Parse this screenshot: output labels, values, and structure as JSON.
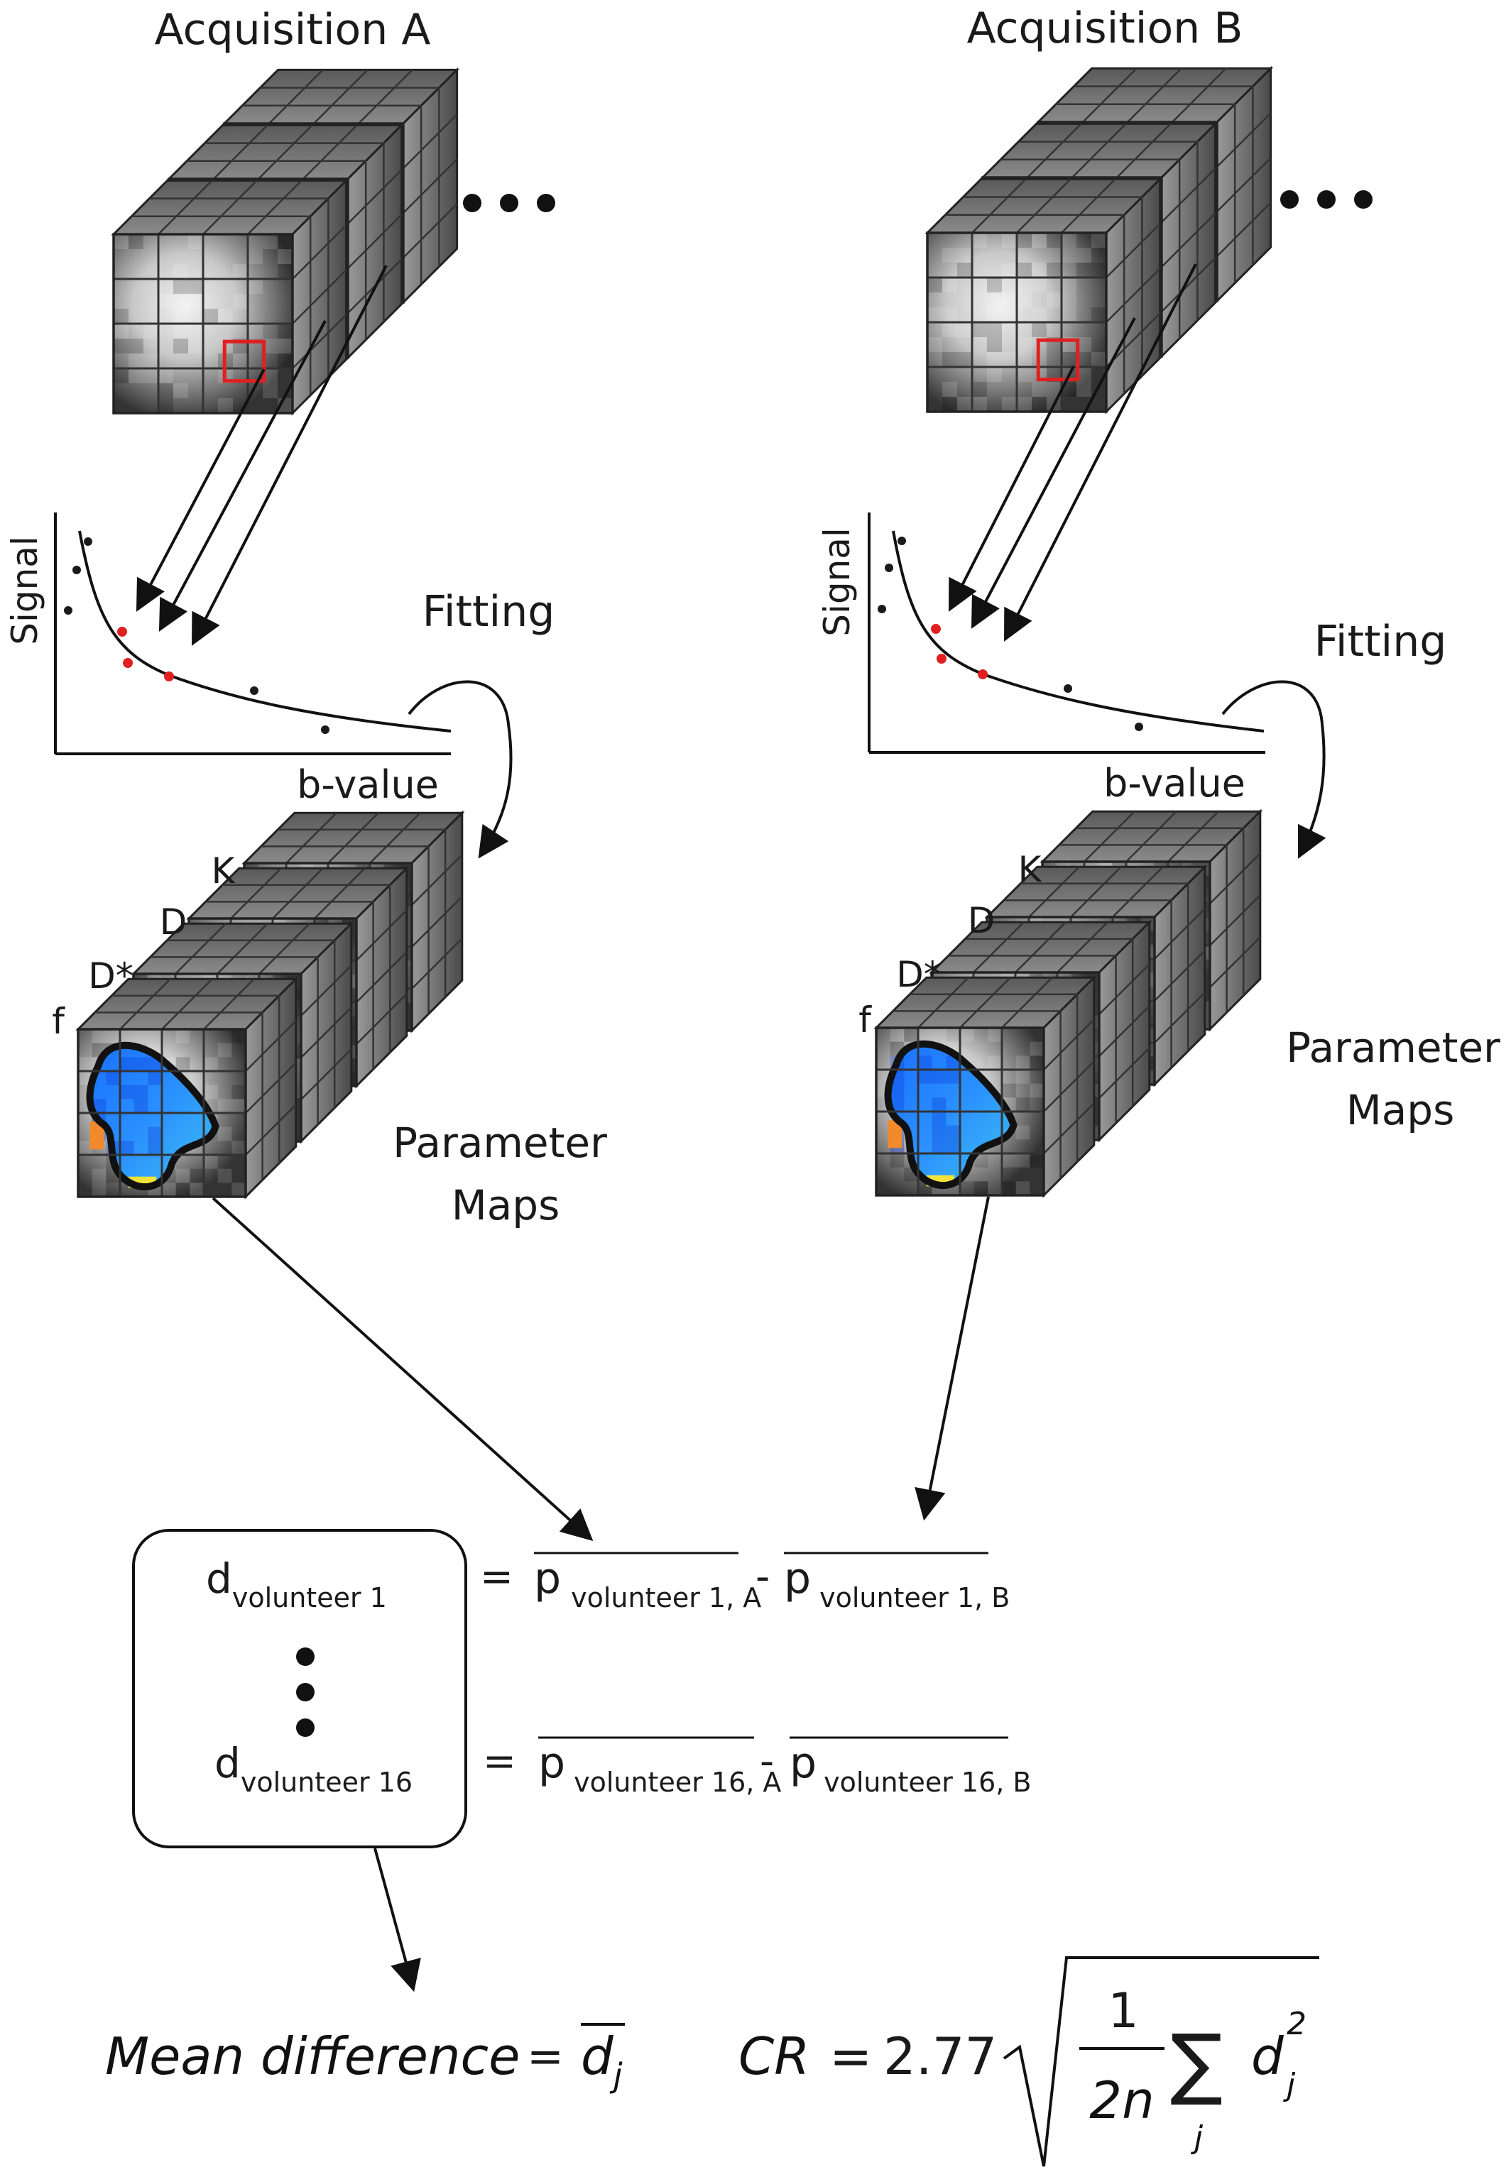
{
  "acquisitions": [
    {
      "title": "Acquisition A",
      "fitting_label": "Fitting",
      "x_axis_label": "b-value",
      "y_axis_label": "Signal",
      "map_labels": [
        "f",
        "D*",
        "D",
        "K"
      ],
      "maps_label_line1": "Parameter",
      "maps_label_line2": "Maps"
    },
    {
      "title": "Acquisition B",
      "fitting_label": "Fitting",
      "x_axis_label": "b-value",
      "y_axis_label": "Signal",
      "map_labels": [
        "f",
        "D*",
        "D",
        "K"
      ],
      "maps_label_line1": "Parameter",
      "maps_label_line2": "Maps"
    }
  ],
  "equations": [
    {
      "d_sub": "volunteer 1",
      "p_a_sub": "volunteer 1, A",
      "p_b_sub": "volunteer 1, B"
    },
    {
      "d_sub": "volunteer 16",
      "p_a_sub": "volunteer 16, A",
      "p_b_sub": "volunteer 16, B"
    }
  ],
  "symbols": {
    "d": "d",
    "p": "p",
    "equals": "=",
    "minus": "-",
    "j": "j",
    "n": "n"
  },
  "mean_difference": {
    "label": "Mean difference",
    "equals": "="
  },
  "cr_formula": {
    "lhs": "CR",
    "equals": "=",
    "coef": "2.77",
    "numerator": "1",
    "denominator": "2n",
    "sum_sub": "j",
    "d": "d",
    "d_sub": "j",
    "d_sup": "2"
  },
  "colors": {
    "voxel_outline": "#e02020",
    "data_point_red": "#e02020",
    "data_point_black": "#1a1a1a",
    "roi_outline": "#111111"
  }
}
